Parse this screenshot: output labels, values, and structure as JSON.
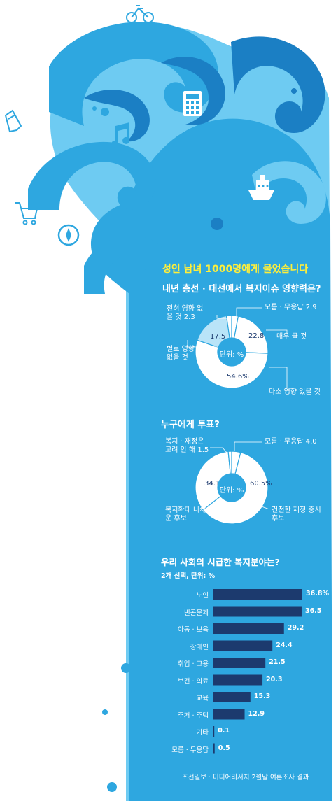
{
  "colors": {
    "wave_main": "#2ea7e0",
    "wave_light": "#6ecbf2",
    "wave_dark": "#1b7fc4",
    "highlight": "#ffef3a",
    "bar": "#1c3a6e",
    "donut_white": "#ffffff",
    "donut_light": "#b9e4f8"
  },
  "icons": [
    "bicycle-icon",
    "calculator-icon",
    "music-note-icon",
    "pencil-icon",
    "ship-icon",
    "shopping-cart-icon",
    "compass-icon"
  ],
  "headline": "성인 남녀 1000명에게 물었습니다",
  "source": "조선일보 · 미디어리서치 2월말 여론조사 결과",
  "chart_data": [
    {
      "type": "pie",
      "title": "내년 총선 · 대선에서 복지이슈 영향력은?",
      "center_label": "단위: %",
      "slices": [
        {
          "label": "모름 · 무응답",
          "value": 2.9,
          "display": "2.9"
        },
        {
          "label": "매우 클 것",
          "value": 22.8,
          "display": "22.8"
        },
        {
          "label": "다소 영향 있을 것",
          "value": 54.6,
          "display": "54.6%"
        },
        {
          "label": "별로 영향 없을 것",
          "value": 17.5,
          "display": "17.5"
        },
        {
          "label": "전혀 영향 없을 것",
          "value": 2.3,
          "display": "2.3"
        }
      ]
    },
    {
      "type": "pie",
      "title": "누구에게 투표?",
      "center_label": "단위: %",
      "slices": [
        {
          "label": "모름 · 무응답",
          "value": 4.0,
          "display": "4.0"
        },
        {
          "label": "건전한 재정 중시 후보",
          "value": 60.5,
          "display": "60.5%"
        },
        {
          "label": "복지확대 내세운 후보",
          "value": 34.1,
          "display": "34.1"
        },
        {
          "label": "복지 · 재정은 고려 안 해",
          "value": 1.5,
          "display": "1.5"
        }
      ]
    },
    {
      "type": "bar",
      "orientation": "horizontal",
      "title": "우리 사회의 시급한 복지분야는?",
      "subtitle": "2개 선택, 단위: %",
      "categories": [
        "노인",
        "빈곤문제",
        "아동 · 보육",
        "장애인",
        "취업 · 고용",
        "보건 · 의료",
        "교육",
        "주거 · 주택",
        "기타",
        "모름 · 무응답"
      ],
      "values": [
        36.8,
        36.5,
        29.2,
        24.4,
        21.5,
        20.3,
        15.3,
        12.9,
        0.1,
        0.5
      ],
      "value_labels": [
        "36.8%",
        "36.5",
        "29.2",
        "24.4",
        "21.5",
        "20.3",
        "15.3",
        "12.9",
        "0.1",
        "0.5"
      ],
      "xlim": [
        0,
        40
      ]
    }
  ]
}
